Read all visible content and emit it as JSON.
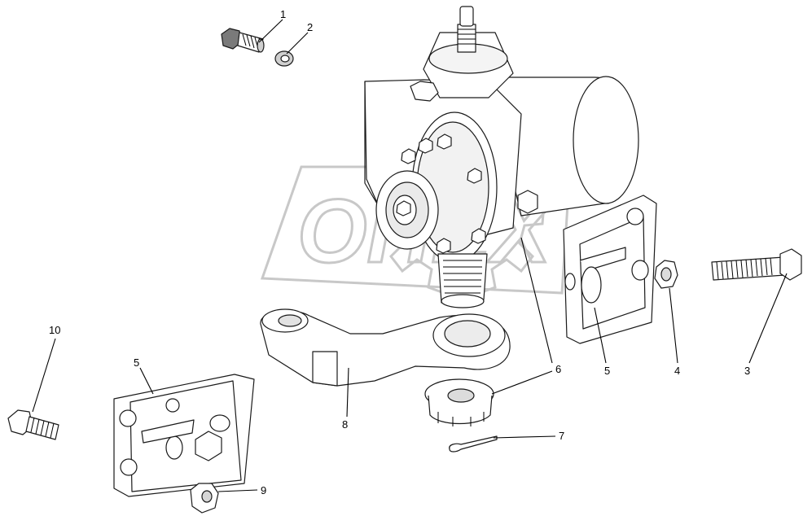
{
  "callouts": [
    {
      "id": "c1",
      "label": "1"
    },
    {
      "id": "c2",
      "label": "2"
    },
    {
      "id": "c3",
      "label": "3"
    },
    {
      "id": "c4",
      "label": "4"
    },
    {
      "id": "c5a",
      "label": "5"
    },
    {
      "id": "c5b",
      "label": "5"
    },
    {
      "id": "c6",
      "label": "6"
    },
    {
      "id": "c7",
      "label": "7"
    },
    {
      "id": "c8",
      "label": "8"
    },
    {
      "id": "c9",
      "label": "9"
    },
    {
      "id": "c10",
      "label": "10"
    }
  ],
  "watermark": {
    "text": "ОПЕХ"
  }
}
